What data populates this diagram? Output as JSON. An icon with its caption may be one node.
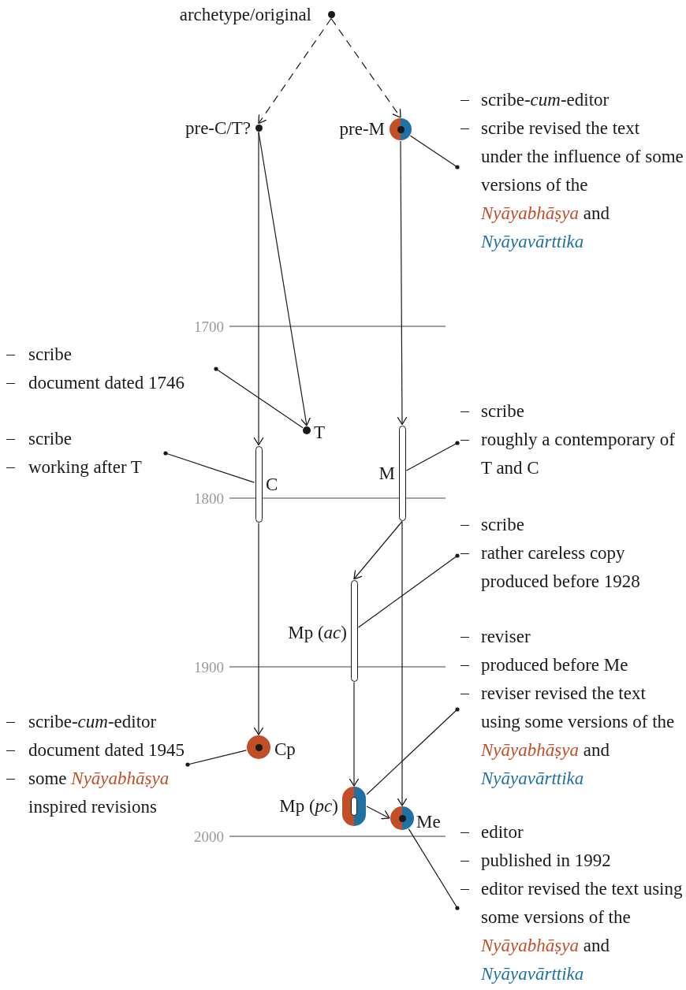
{
  "diagram": {
    "nodes": [
      {
        "text": [],
        "shape": "circle",
        "beside": [
          "archetype/original"
        ]
      },
      {
        "text": [],
        "shape": "circle",
        "beside": [
          "pre-C/T?"
        ]
      },
      {
        "text": [],
        "shape": "circle",
        "beside": [
          "pre-M"
        ]
      },
      {
        "text": [],
        "shape": "circle",
        "beside": [
          "T"
        ]
      },
      {
        "text": [],
        "shape": "bar",
        "beside": [
          "C"
        ]
      },
      {
        "text": [],
        "shape": "bar",
        "beside": [
          "M"
        ]
      },
      {
        "text": [],
        "shape": "bar",
        "beside": [
          "Mp (*ac*)"
        ]
      },
      {
        "text": [],
        "shape": "circle",
        "beside": [
          "Cp"
        ]
      },
      {
        "text": [],
        "shape": "bar",
        "beside": [
          "Mp (*pc*)"
        ]
      },
      {
        "text": [],
        "shape": "circle",
        "beside": [
          "Me"
        ]
      },
      {
        "text": [
          "scribe-*cum*-editor",
          "scribe revised the text under the influence of some versions of the *Nyāyabhāṣya* and *Nyāyavārttika*"
        ]
      },
      {
        "text": [
          "scribe",
          "document dated 1746"
        ]
      },
      {
        "text": [
          "scribe",
          "working after T"
        ]
      },
      {
        "text": [
          "scribe",
          "roughly a contemporary of T and C"
        ]
      },
      {
        "text": [
          "scribe",
          "rather careless copy produced before 1928"
        ]
      },
      {
        "text": [
          "reviser",
          "produced before Me",
          "reviser revised the text using some versions of the *Nyāyabhāṣya* and *Nyāyavārttika*"
        ]
      },
      {
        "text": [
          "scribe-*cum*-editor",
          "document dated 1945",
          "some *Nyāyabhāṣya* inspired revisions"
        ]
      },
      {
        "text": [
          "editor",
          "published in 1992",
          "editor revised the text using some versions of the *Nyāyabhāṣya* and *Nyāyavārttika*"
        ]
      }
    ],
    "edges": [
      {
        "from": 0,
        "to": 1,
        "arrow": "to",
        "style": "dashed"
      },
      {
        "from": 0,
        "to": 2,
        "arrow": "to",
        "style": "dashed"
      },
      {
        "from": 1,
        "to": 4,
        "arrow": "to"
      },
      {
        "from": 1,
        "to": 3,
        "arrow": "to"
      },
      {
        "from": 2,
        "to": 5,
        "arrow": "to"
      },
      {
        "from": 5,
        "to": 6,
        "arrow": "to"
      },
      {
        "from": 4,
        "to": 7,
        "arrow": "to"
      },
      {
        "from": 6,
        "to": 8,
        "arrow": "to"
      },
      {
        "from": 5,
        "to": 9,
        "arrow": "to"
      },
      {
        "from": 8,
        "to": 9,
        "arrow": "to"
      },
      {
        "from": 10,
        "to": 2,
        "arrow": "other"
      },
      {
        "from": 11,
        "to": 3,
        "arrow": "other"
      },
      {
        "from": 12,
        "to": 4,
        "arrow": "other"
      },
      {
        "from": 13,
        "to": 5,
        "arrow": "other"
      },
      {
        "from": 14,
        "to": 6,
        "arrow": "other"
      },
      {
        "from": 15,
        "to": 8,
        "arrow": "other"
      },
      {
        "from": 16,
        "to": 7,
        "arrow": "other"
      },
      {
        "from": 17,
        "to": 9,
        "arrow": "other"
      }
    ],
    "labels": [
      "1700",
      "1800",
      "1900",
      "2000"
    ]
  }
}
